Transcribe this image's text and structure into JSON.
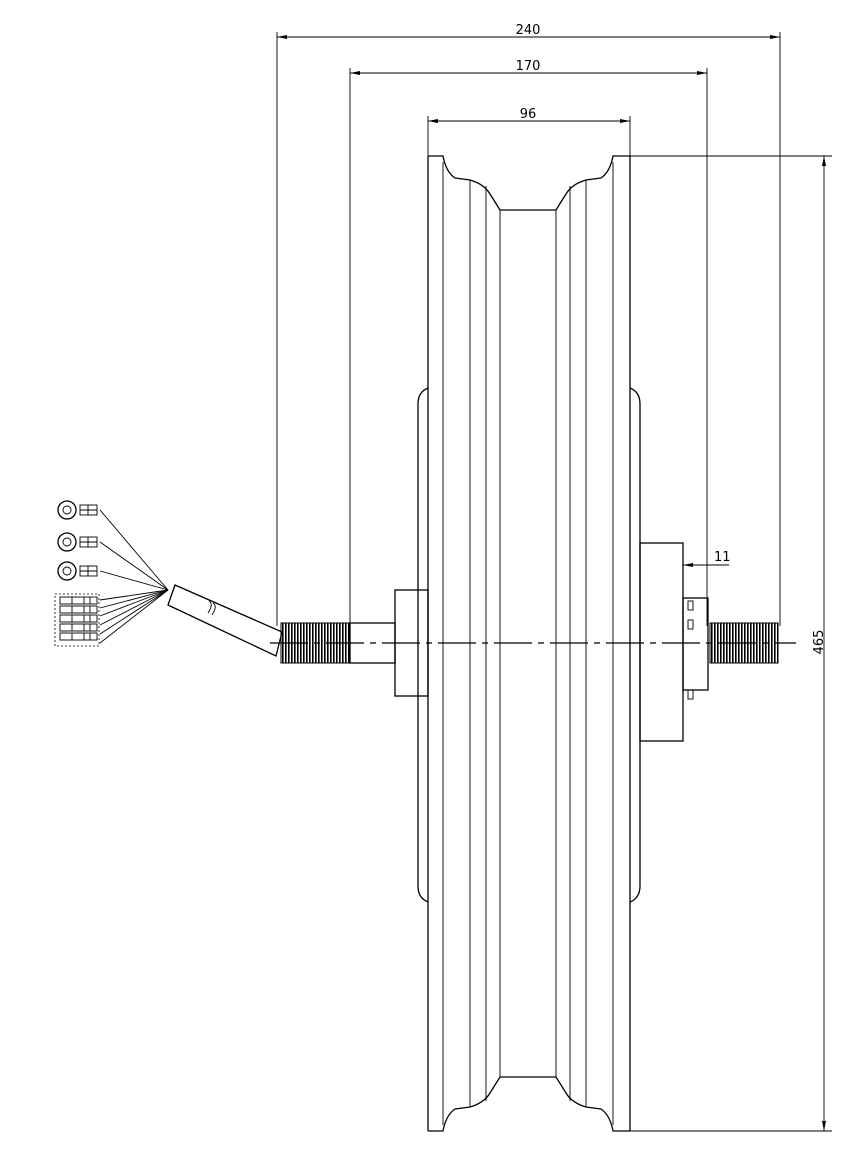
{
  "dimensions": {
    "overall_width": "240",
    "flange_width": "170",
    "rim_width": "96",
    "offset": "11",
    "diameter": "465"
  }
}
